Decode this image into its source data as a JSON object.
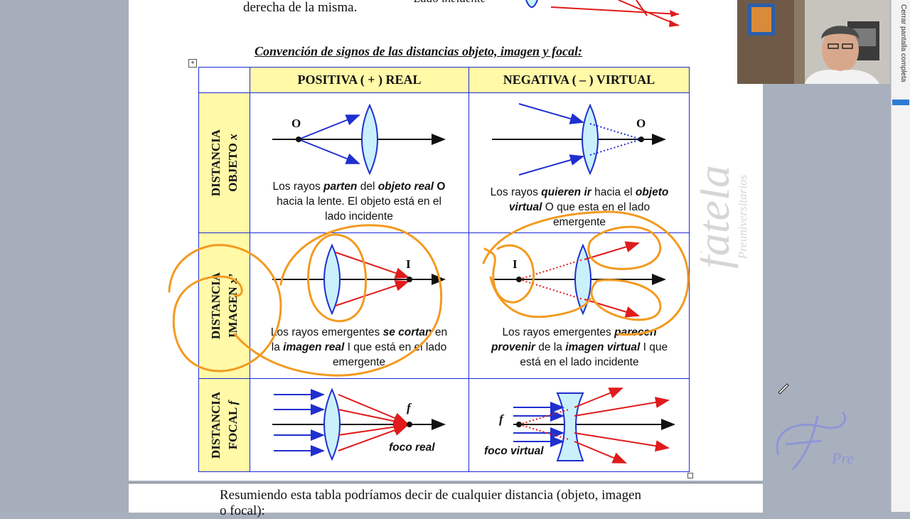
{
  "document": {
    "top_text": "derecha de la misma.",
    "top_italic": "Lado incidente",
    "title": "Convención de signos de las distancias objeto, imagen y focal:",
    "bottom_text": "Resumiendo esta tabla podríamos decir de cualquier distancia (objeto, imagen",
    "bottom_text_2": "o focal):"
  },
  "table": {
    "headers": [
      "POSITIVA ( + ) REAL",
      "NEGATIVA ( – ) VIRTUAL"
    ],
    "rows": [
      {
        "label_1": "DISTANCIA",
        "label_2": "OBJETO",
        "label_var": "x",
        "pos_point_label": "O",
        "neg_point_label": "O",
        "pos_caption": [
          "Los rayos ",
          "parten",
          " del ",
          "objeto real",
          " O",
          "hacia la lente. El objeto está en el",
          "lado incidente"
        ],
        "neg_caption": [
          "Los rayos ",
          "quieren ir",
          " hacia el ",
          "objeto",
          "virtual",
          " O que esta en el lado",
          "emergente"
        ]
      },
      {
        "label_1": "DISTANCIA",
        "label_2": "IMAGEN",
        "label_var": "x’",
        "pos_point_label": "I",
        "neg_point_label": "I",
        "pos_caption": [
          "Los rayos emergentes ",
          "se cortan",
          " en",
          "la ",
          "imagen real",
          " I que está en el lado",
          "emergente"
        ],
        "neg_caption": [
          "Los rayos emergentes ",
          "parecen",
          "provenir",
          " de la ",
          "imagen virtual",
          " I que",
          "está en el lado incidente"
        ]
      },
      {
        "label_1": "DISTANCIA",
        "label_2": "FOCAL",
        "label_var": "f",
        "pos_point_label": "f",
        "neg_point_label": "f",
        "pos_caption_italic": "foco real",
        "neg_caption_italic": "foco virtual"
      }
    ]
  },
  "sidebar": {
    "exit_fullscreen": "Cerrar pantalla completa"
  },
  "watermark": {
    "text_main": "fatela",
    "text_sub": "Preuniversitarios",
    "logo_sub": "Pre"
  },
  "colors": {
    "header_yellow": "#fff9a8",
    "table_border": "#1c2bd6",
    "ray_blue": "#1f2fd0",
    "ray_red": "#e01b1b",
    "lens_fill": "#c9f0fb",
    "annotation_orange": "#f39a1f"
  }
}
